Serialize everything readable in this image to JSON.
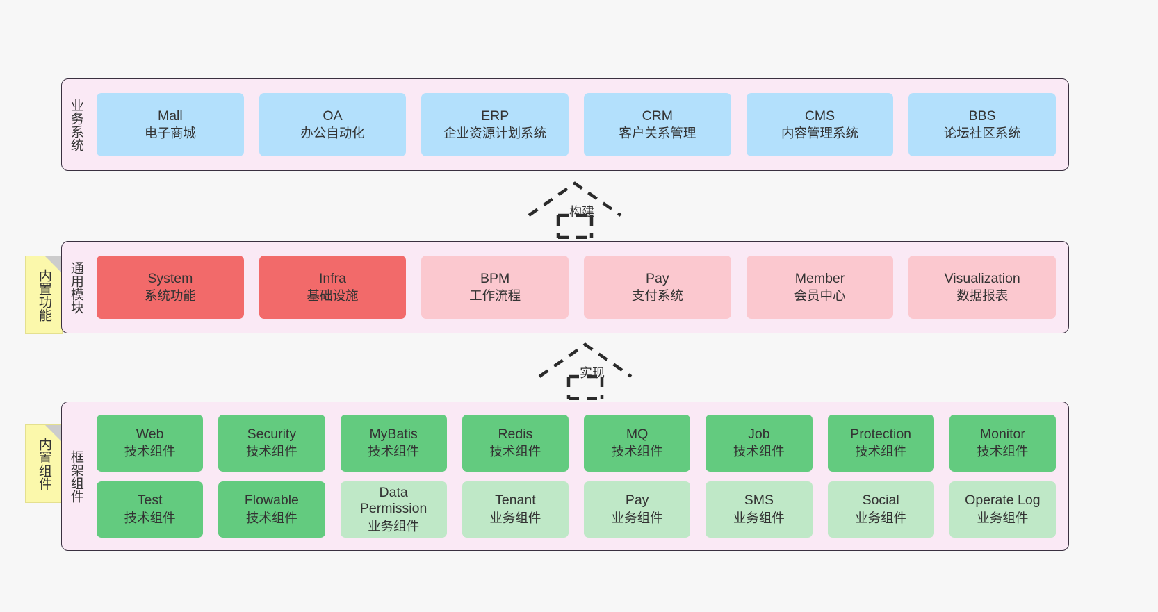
{
  "diagram": {
    "sections": [
      {
        "id": "business",
        "title": "业务系统",
        "cards": [
          {
            "en": "Mall",
            "cn": "电子商城"
          },
          {
            "en": "OA",
            "cn": "办公自动化"
          },
          {
            "en": "ERP",
            "cn": "企业资源计划系统"
          },
          {
            "en": "CRM",
            "cn": "客户关系管理"
          },
          {
            "en": "CMS",
            "cn": "内容管理系统"
          },
          {
            "en": "BBS",
            "cn": "论坛社区系统"
          }
        ]
      },
      {
        "id": "modules",
        "title": "通用模块",
        "note": "内置功能",
        "cards": [
          {
            "en": "System",
            "cn": "系统功能"
          },
          {
            "en": "Infra",
            "cn": "基础设施"
          },
          {
            "en": "BPM",
            "cn": "工作流程"
          },
          {
            "en": "Pay",
            "cn": "支付系统"
          },
          {
            "en": "Member",
            "cn": "会员中心"
          },
          {
            "en": "Visualization",
            "cn": "数据报表"
          }
        ]
      },
      {
        "id": "framework",
        "title": "框架组件",
        "note": "内置组件",
        "row1": [
          {
            "en": "Web",
            "cn": "技术组件"
          },
          {
            "en": "Security",
            "cn": "技术组件"
          },
          {
            "en": "MyBatis",
            "cn": "技术组件"
          },
          {
            "en": "Redis",
            "cn": "技术组件"
          },
          {
            "en": "MQ",
            "cn": "技术组件"
          },
          {
            "en": "Job",
            "cn": "技术组件"
          },
          {
            "en": "Protection",
            "cn": "技术组件"
          },
          {
            "en": "Monitor",
            "cn": "技术组件"
          }
        ],
        "row2": [
          {
            "en": "Test",
            "cn": "技术组件"
          },
          {
            "en": "Flowable",
            "cn": "技术组件"
          },
          {
            "en": "Data Permission",
            "cn": "业务组件"
          },
          {
            "en": "Tenant",
            "cn": "业务组件"
          },
          {
            "en": "Pay",
            "cn": "业务组件"
          },
          {
            "en": "SMS",
            "cn": "业务组件"
          },
          {
            "en": "Social",
            "cn": "业务组件"
          },
          {
            "en": "Operate Log",
            "cn": "业务组件"
          }
        ]
      }
    ],
    "connectors": [
      {
        "id": "build",
        "label": "构建"
      },
      {
        "id": "impl",
        "label": "实现"
      }
    ],
    "colors": {
      "background": "#f7f7f7",
      "section_fill": "#fae9f5",
      "section_border": "#3a3040",
      "business_card": "#b3e0fc",
      "module_primary": "#f26a6a",
      "module_secondary": "#fbc8cf",
      "tech_component": "#63cb7f",
      "business_component": "#bfe8c7",
      "note_fill": "#fbf8ab",
      "note_fold": "#cccccc"
    }
  }
}
